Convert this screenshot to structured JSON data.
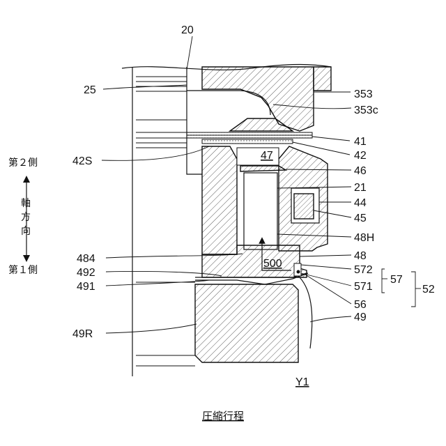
{
  "diagram": {
    "labels": {
      "l20": "20",
      "l25": "25",
      "l353": "353",
      "l353c": "353c",
      "l41": "41",
      "l42": "42",
      "l42S": "42S",
      "l47": "47",
      "l46": "46",
      "l21": "21",
      "l44": "44",
      "l45": "45",
      "l48H": "48H",
      "l48": "48",
      "l484": "484",
      "l500": "500",
      "l572": "572",
      "l57": "57",
      "l52": "52",
      "l492": "492",
      "l491": "491",
      "l571": "571",
      "l56": "56",
      "l49R": "49R",
      "l49": "49",
      "lY1": "Y1"
    },
    "axis": {
      "side2": "第２側",
      "axial": [
        "軸",
        "方",
        "向"
      ],
      "side1": "第１側"
    },
    "caption": "圧縮行程"
  }
}
